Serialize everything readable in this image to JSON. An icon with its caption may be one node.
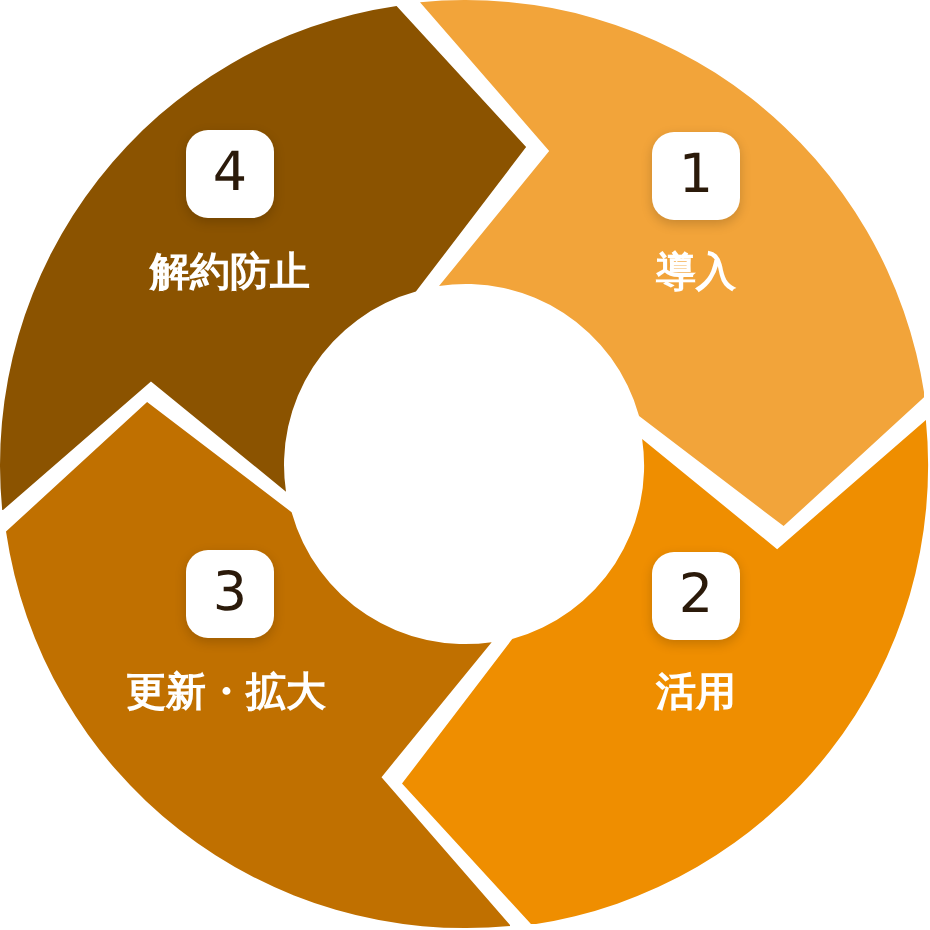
{
  "diagram": {
    "nodes": [
      {
        "text": [
          "1",
          "導入"
        ]
      },
      {
        "text": [
          "2",
          "活用"
        ]
      },
      {
        "text": [
          "3",
          "更新・拡大"
        ]
      },
      {
        "text": [
          "4",
          "解約防止"
        ]
      }
    ]
  }
}
